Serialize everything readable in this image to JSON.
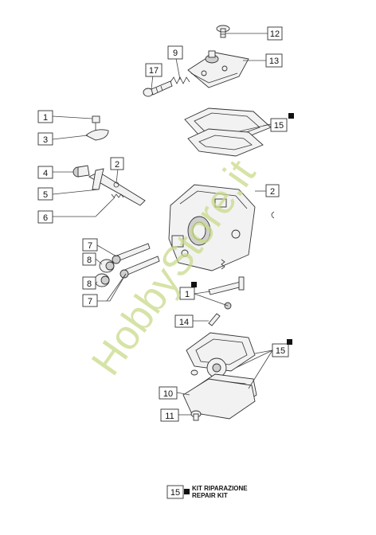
{
  "watermark": {
    "text": "HobbyStore.it",
    "color": "#c8d98a"
  },
  "callouts": {
    "c12": "12",
    "c9": "9",
    "c13": "13",
    "c17": "17",
    "c1_top": "1",
    "c15_top": "15",
    "c3": "3",
    "c2_left": "2",
    "c4": "4",
    "c2_right": "2",
    "c5": "5",
    "c6": "6",
    "c7_top": "7",
    "c8_top": "8",
    "c8_bottom": "8",
    "c7_bottom": "7",
    "c1_mid": "1",
    "c14": "14",
    "c15_mid": "15",
    "c10": "10",
    "c11": "11"
  },
  "legend": {
    "number": "15",
    "line1": "KIT RIPARAZIONE",
    "line2": "REPAIR KIT"
  }
}
